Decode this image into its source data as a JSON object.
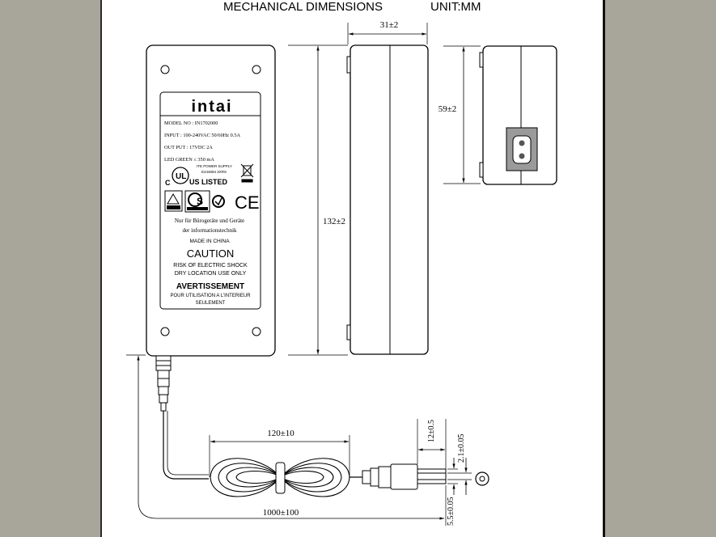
{
  "header": {
    "title": "MECHANICAL DIMENSIONS",
    "unit": "UNIT:MM"
  },
  "dimensions": {
    "depth": "31±2",
    "height_side": "59±2",
    "length": "132±2",
    "cable_coil": "120±10",
    "cable_total": "1000±100",
    "plug_length": "12±0.5",
    "plug_inner": "2.1±0.05",
    "plug_outer": "5.5±0.05"
  },
  "label": {
    "brand": "intai",
    "model": "MODEL NO : IN1702000",
    "input": "INPUT : 100-240VAC 50/60Hz 0.5A",
    "output": "OUT PUT :  17VDC   2A",
    "led": "LED   GREEN   ≤   350 mA",
    "ul_text_1": "ITE POWER SUPPLY",
    "ul_text_2": "E244694 3XRS",
    "us_listed": "US LISTED",
    "c_mark": "C",
    "ce_mark": "CE",
    "german_1": "Nur für Bürogeräte und Geräte",
    "german_2": "der informationstechnik",
    "made_in": "MADE IN CHINA",
    "caution": "CAUTION",
    "caution_1": "RISK OF ELECTRIC SHOCK",
    "caution_2": "DRY LOCATION USE ONLY",
    "avertissement": "AVERTISSEMENT",
    "avert_1": "POUR UTILISATION A L'INTERIEUR",
    "avert_2": "SEULEMENT"
  }
}
